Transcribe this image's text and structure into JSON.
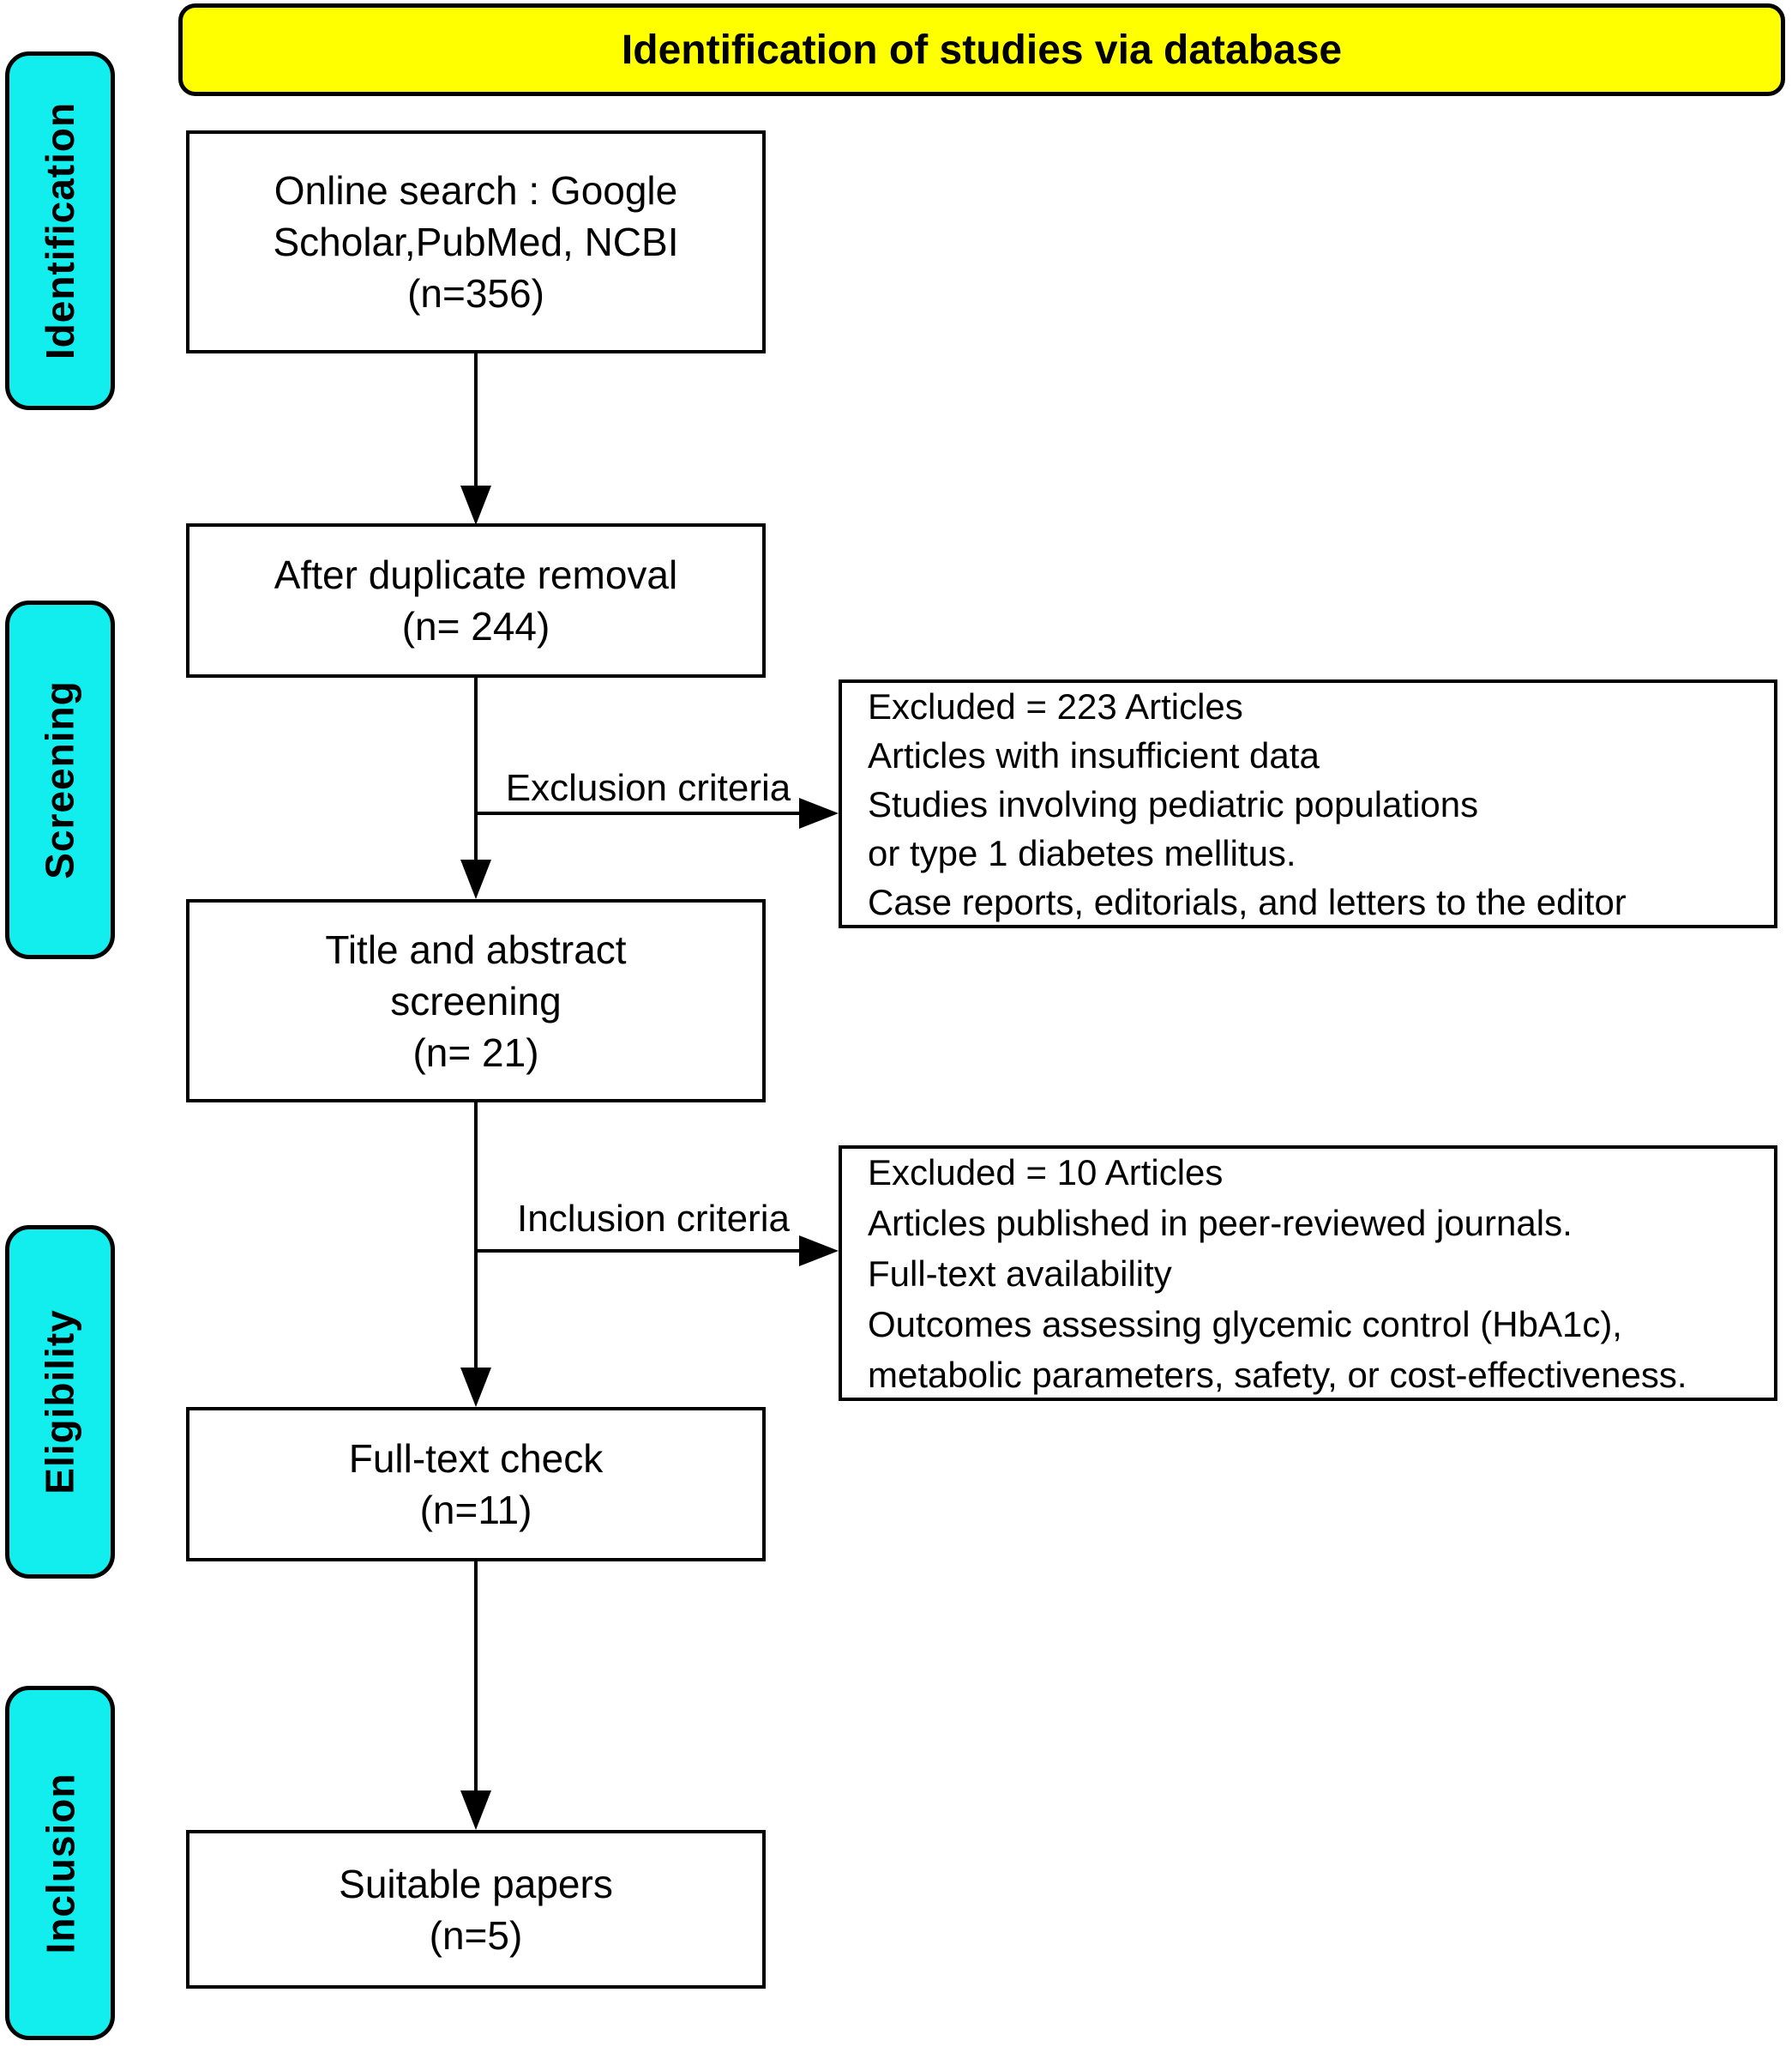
{
  "header": {
    "title": "Identification of studies via database"
  },
  "stages": [
    {
      "label": "Identification"
    },
    {
      "label": "Screening"
    },
    {
      "label": "Eligibility"
    },
    {
      "label": "Inclusion"
    }
  ],
  "flow_boxes": [
    {
      "lines": [
        "Online search : Google",
        "Scholar,PubMed, NCBI",
        "(n=356)"
      ]
    },
    {
      "lines": [
        "After duplicate removal",
        "(n= 244)"
      ]
    },
    {
      "lines": [
        "Title and abstract",
        "screening",
        "(n= 21)"
      ]
    },
    {
      "lines": [
        "Full-text check",
        "(n=11)"
      ]
    },
    {
      "lines": [
        "Suitable papers",
        "(n=5)"
      ]
    }
  ],
  "branches": [
    {
      "label": "Exclusion criteria"
    },
    {
      "label": "Inclusion criteria"
    }
  ],
  "side_boxes": [
    {
      "lines": [
        "Excluded = 223 Articles",
        "Articles with insufficient data",
        "Studies involving pediatric populations",
        "or type 1 diabetes mellitus.",
        "Case reports, editorials, and letters to the editor"
      ]
    },
    {
      "lines": [
        "Excluded = 10 Articles",
        "Articles published in peer-reviewed journals.",
        "Full-text availability",
        "Outcomes assessing glycemic control (HbA1c),",
        "metabolic parameters, safety, or cost-effectiveness."
      ]
    }
  ],
  "colors": {
    "header_bg": "#FFFF00",
    "stage_bg": "#12EDED",
    "box_bg": "#FFFFFF",
    "border": "#000000",
    "text": "#000000"
  }
}
